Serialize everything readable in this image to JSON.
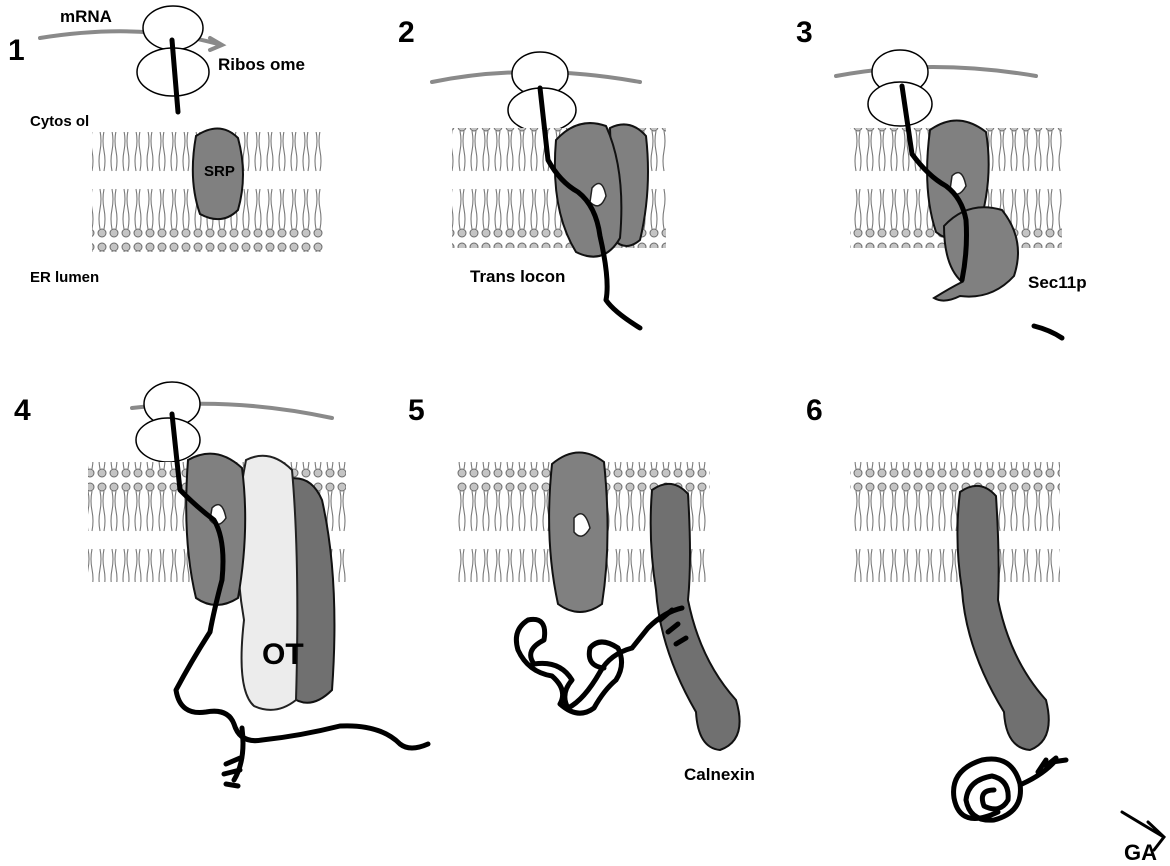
{
  "panels": [
    {
      "number": "1",
      "labels": {
        "mrna": "mRNA",
        "ribosome": "Ribos ome",
        "cytosol": "Cytos ol",
        "srp": "SRP",
        "er_lumen": "ER lumen"
      }
    },
    {
      "number": "2",
      "labels": {
        "translocon": "Trans locon"
      }
    },
    {
      "number": "3",
      "labels": {
        "sec11p": "Sec11p"
      }
    },
    {
      "number": "4",
      "labels": {
        "ot": "OT"
      }
    },
    {
      "number": "5",
      "labels": {
        "calnexin": "Calnexin"
      }
    },
    {
      "number": "6",
      "labels": {
        "ga": "GA"
      }
    }
  ],
  "colors": {
    "membrane": "#9a9a9a",
    "protein": "#808080",
    "ot_subunit": "#ececec",
    "mrna": "#8a8a8a",
    "chain": "#000000"
  }
}
